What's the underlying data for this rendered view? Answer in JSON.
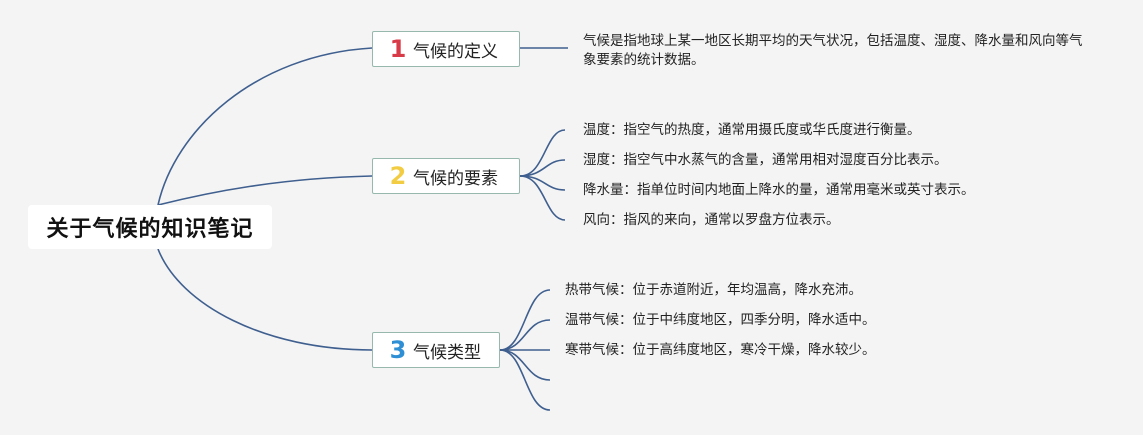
{
  "root": {
    "title": "关于气候的知识笔记"
  },
  "branches": [
    {
      "number": "1",
      "label": "气候的定义",
      "number_color": "#d93a47",
      "leaves": [
        "气候是指地球上某一地区长期平均的天气状况，包括温度、湿度、降水量和风向等气象要素的统计数据。"
      ]
    },
    {
      "number": "2",
      "label": "气候的要素",
      "number_color": "#f2cd44",
      "leaves": [
        "温度：指空气的热度，通常用摄氏度或华氏度进行衡量。",
        "湿度：指空气中水蒸气的含量，通常用相对湿度百分比表示。",
        "降水量：指单位时间内地面上降水的量，通常用毫米或英寸表示。",
        "风向：指风的来向，通常以罗盘方位表示。"
      ]
    },
    {
      "number": "3",
      "label": "气候类型",
      "number_color": "#2f8fd4",
      "leaves": [
        "热带气候：位于赤道附近，年均温高，降水充沛。",
        "温带气候：位于中纬度地区，四季分明，降水适中。",
        "寒带气候：位于高纬度地区，寒冷干燥，降水较少。",
        "",
        ""
      ]
    }
  ],
  "colors": {
    "connector": "#3f5f8f",
    "branch_border": "#97b9ad",
    "background": "#f4f4f4"
  }
}
